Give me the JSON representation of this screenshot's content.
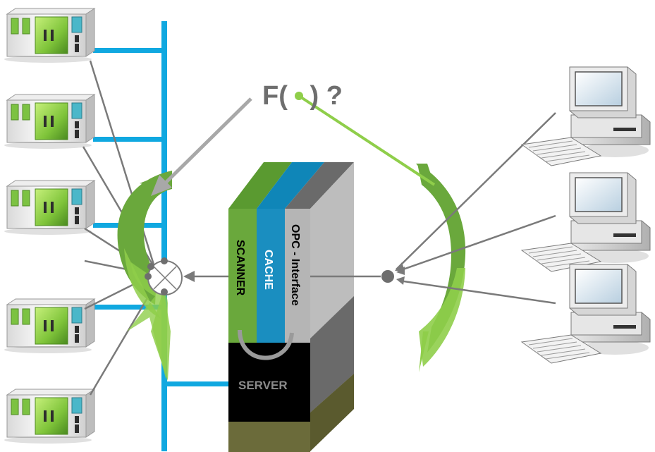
{
  "diagram": {
    "formula_text": "F(   ) ?",
    "server_label": "SERVER",
    "layers": {
      "scanner": "SCANNER",
      "cache": "CACHE",
      "opc": "OPC - Interface"
    },
    "controller_count": 5,
    "client_count": 3,
    "colors": {
      "bus": "#10a8e0",
      "green_arrow": "#6aa83c",
      "light_green": "#8fce4a",
      "server_black": "#000000",
      "server_base": "#6b6b3a",
      "scanner_layer": "#6aa83c",
      "cache_layer": "#1a8ec0",
      "opc_layer": "#b5b5b5",
      "lines": "#7a7a7a"
    },
    "icons": {
      "controller": "plc-module-icon",
      "client": "desktop-computer-icon",
      "hub": "network-hub-icon"
    }
  }
}
